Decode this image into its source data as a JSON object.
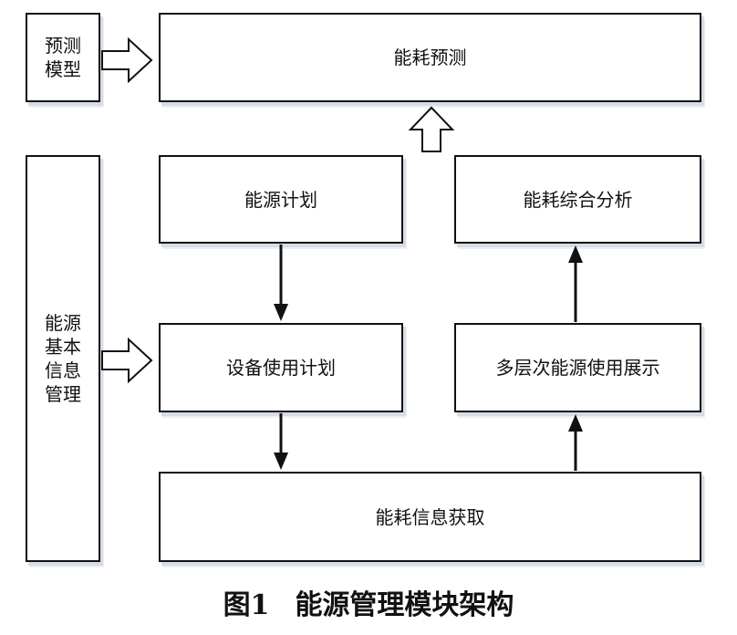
{
  "diagram": {
    "prediction_model": [
      "预测",
      "模型"
    ],
    "energy_prediction": "能耗预测",
    "energy_plan": "能源计划",
    "energy_analysis": "能耗综合分析",
    "basic_info": [
      "能源",
      "基本",
      "信息",
      "管理"
    ],
    "equipment_plan": "设备使用计划",
    "multilayer_display": "多层次能源使用展示",
    "info_acquisition": "能耗信息获取"
  },
  "caption": {
    "number": "图1",
    "title": "能源管理模块架构"
  }
}
